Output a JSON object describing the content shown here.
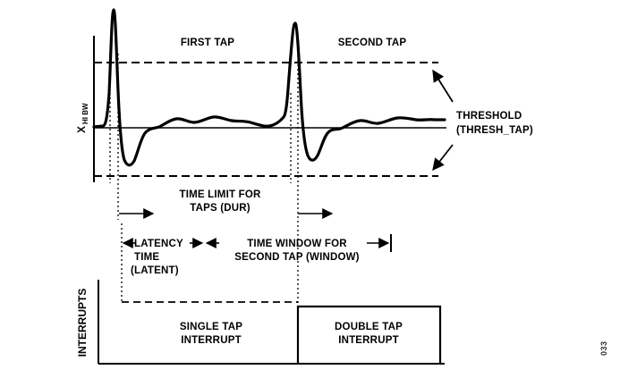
{
  "figure": {
    "waveform": {
      "first_tap_label": "FIRST TAP",
      "second_tap_label": "SECOND TAP",
      "y_axis_symbol": "X",
      "y_axis_subscript": "HI BW"
    },
    "threshold": {
      "line1": "THRESHOLD",
      "line2": "(THRESH_TAP)"
    },
    "timing": {
      "dur_line1": "TIME LIMIT FOR",
      "dur_line2": "TAPS (DUR)",
      "latency_line1": "LATENCY",
      "latency_line2": "TIME",
      "latency_line3": "(LATENT)",
      "window_line1": "TIME WINDOW FOR",
      "window_line2": "SECOND TAP (WINDOW)"
    },
    "interrupts": {
      "axis_label": "INTERRUPTS",
      "single_tap_line1": "SINGLE TAP",
      "single_tap_line2": "INTERRUPT",
      "double_tap_line1": "DOUBLE TAP",
      "double_tap_line2": "INTERRUPT"
    },
    "figure_number": "033",
    "colors": {
      "ink": "#000000",
      "background": "#ffffff"
    }
  }
}
